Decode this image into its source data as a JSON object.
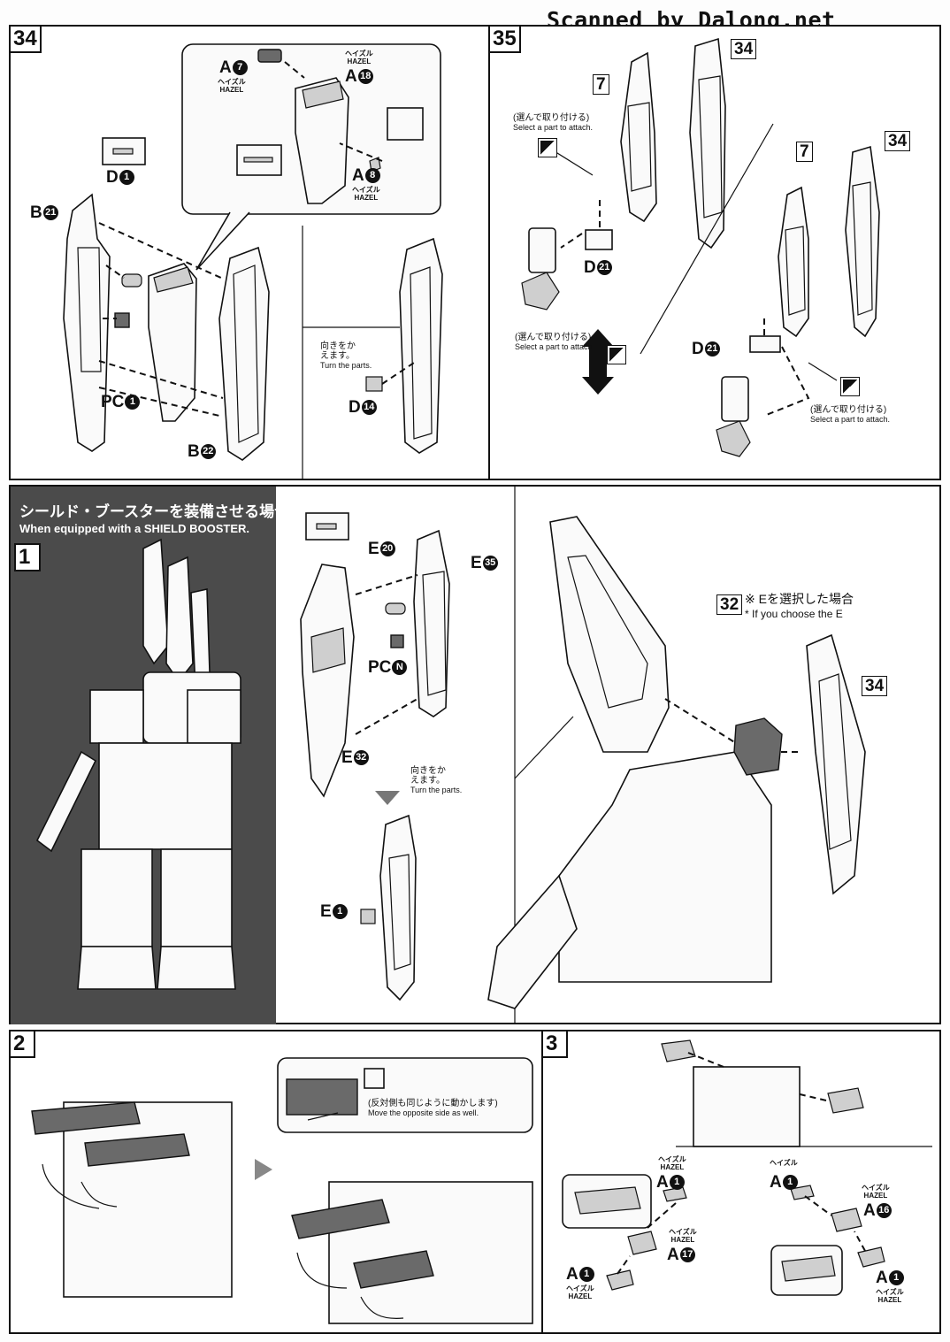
{
  "header": {
    "watermark": "Scanned by Dalong.net"
  },
  "steps": {
    "s34": {
      "number": "34",
      "labels": {
        "a7": "A",
        "a7_n": "7",
        "a18": "A",
        "a18_n": "18",
        "a8": "A",
        "a8_n": "8",
        "d1": "D",
        "d1_n": "1",
        "b21": "B",
        "b21_n": "21",
        "pc1": "PC",
        "pc1_n": "1",
        "b22": "B",
        "b22_n": "22",
        "d14": "D",
        "d14_n": "14"
      },
      "hazel_jp": "ヘイズル",
      "hazel_en": "HAZEL",
      "turn_jp": "向きをかえます。",
      "turn_en": "Turn the parts."
    },
    "s35": {
      "number": "35",
      "ref7": "7",
      "ref34": "34",
      "select_jp": "(選んで取り付ける)",
      "select_en": "Select a part to attach.",
      "d21": "D",
      "d21_n": "21"
    },
    "shield": {
      "title_jp": "シールド・ブースターを装備させる場合",
      "title_en": "When equipped with a SHIELD BOOSTER.",
      "step1": "1",
      "labels": {
        "e20": "E",
        "e20_n": "20",
        "e35": "E",
        "e35_n": "35",
        "pcn": "PC",
        "pcn_n": "N",
        "e32": "E",
        "e32_n": "32",
        "e1": "E",
        "e1_n": "1"
      },
      "turn_jp": "向きをかえます。",
      "turn_en": "Turn the parts.",
      "ref32": "32",
      "ref34": "34",
      "choose_jp": "※ Eを選択した場合",
      "choose_en": "* If you choose the E"
    },
    "s2": {
      "number": "2",
      "opposite_jp": "(反対側も同じように動かします)",
      "opposite_en": "Move the opposite side as well."
    },
    "s3": {
      "number": "3",
      "labels": {
        "a1a": "A",
        "a1a_n": "1",
        "a17": "A",
        "a17_n": "17",
        "a1b": "A",
        "a1b_n": "1",
        "a1c": "A",
        "a1c_n": "1",
        "a16": "A",
        "a16_n": "16",
        "a1d": "A",
        "a1d_n": "1"
      },
      "hazel_jp": "ヘイズル",
      "hazel_en": "HAZEL"
    }
  }
}
